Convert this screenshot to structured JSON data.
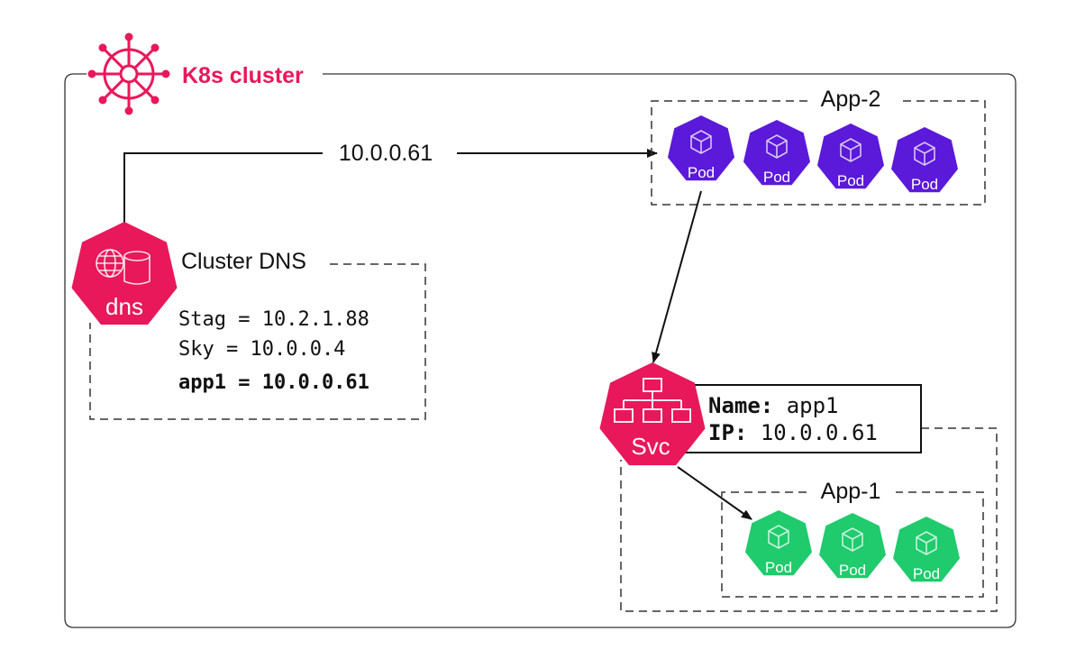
{
  "colors": {
    "brand": "#e8185a",
    "app2_pod": "#5b19d9",
    "app1_pod": "#1fcb6c",
    "line": "#111111",
    "border": "#333333"
  },
  "cluster": {
    "title": "K8s cluster",
    "logo_icon": "helm-wheel-icon"
  },
  "arrow_top": {
    "label": "10.0.0.61"
  },
  "dns": {
    "icon_label": "dns",
    "icon": "globe-database-icon",
    "title": "Cluster DNS",
    "records": [
      {
        "text": "Stag = 10.2.1.88",
        "bold": false
      },
      {
        "text": "Sky = 10.0.0.4",
        "bold": false
      },
      {
        "text": "app1 = 10.0.0.61",
        "bold": true
      }
    ]
  },
  "app2": {
    "title": "App-2",
    "pods": [
      "Pod",
      "Pod",
      "Pod",
      "Pod"
    ],
    "pod_icon": "cube-icon"
  },
  "svc": {
    "icon_label": "Svc",
    "icon": "network-tree-icon",
    "name_key": "Name:",
    "name_value": "app1",
    "ip_key": "IP:",
    "ip_value": "10.0.0.61"
  },
  "app1": {
    "title": "App-1",
    "pods": [
      "Pod",
      "Pod",
      "Pod"
    ],
    "pod_icon": "cube-icon"
  }
}
